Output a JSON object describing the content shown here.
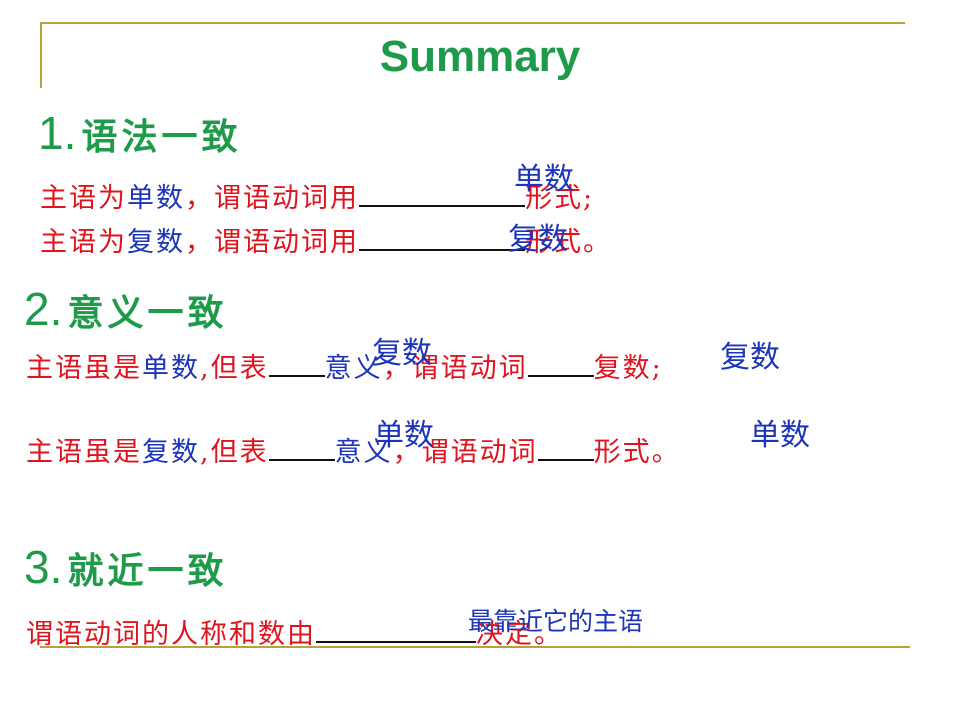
{
  "title": "Summary",
  "section1": {
    "number": "1.",
    "heading": "语法一致",
    "line1": {
      "lead": "主语为",
      "key": "单数",
      "mid": "，谓语动词用",
      "tail": "形式;"
    },
    "line2": {
      "lead": "主语为",
      "key": "复数",
      "mid": "，谓语动词用",
      "tail": "形式。"
    },
    "answer1": "单数",
    "answer2": "复数"
  },
  "section2": {
    "number": "2.",
    "heading": "意义一致",
    "line1": {
      "lead": "主语虽是",
      "key": "单数",
      "mid": ",但表",
      "meaning": "意义",
      "verb": "，谓语动词",
      "tail": "复数;"
    },
    "line2": {
      "lead": "主语虽是",
      "key": "复数",
      "mid": ",但表",
      "meaning": "意义",
      "verb": "，谓语动词",
      "tail": "形式。"
    },
    "answer1a": "复数",
    "answer1b": "复数",
    "answer2a": "单数",
    "answer2b": "单数"
  },
  "section3": {
    "number": "3.",
    "heading": "就近一致",
    "line": {
      "lead": "谓语动词的人称和数由",
      "tail": "决定。"
    },
    "answer": "最靠近它的主语"
  },
  "colors": {
    "green": "#1e9a4a",
    "red": "#e0141e",
    "blue": "#1c34b8",
    "frame": "#b8a23a"
  }
}
